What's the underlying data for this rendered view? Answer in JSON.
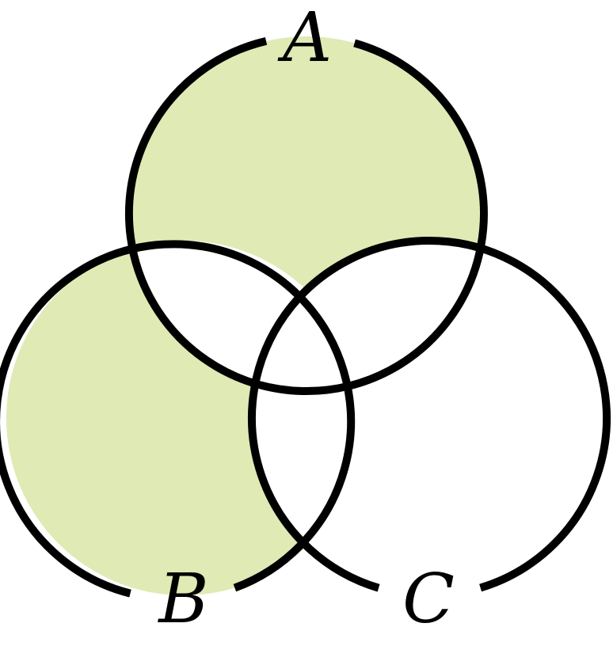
{
  "diagram": {
    "type": "venn",
    "sets": [
      {
        "id": "A",
        "label": "A",
        "shaded_only_region": true
      },
      {
        "id": "B",
        "label": "B",
        "shaded_only_region": true
      },
      {
        "id": "C",
        "label": "C",
        "shaded_only_region": false
      }
    ],
    "shaded_regions": [
      "A only",
      "B only"
    ],
    "colors": {
      "shade": "#dfeab5",
      "outline": "#000000",
      "background": "#ffffff"
    }
  }
}
